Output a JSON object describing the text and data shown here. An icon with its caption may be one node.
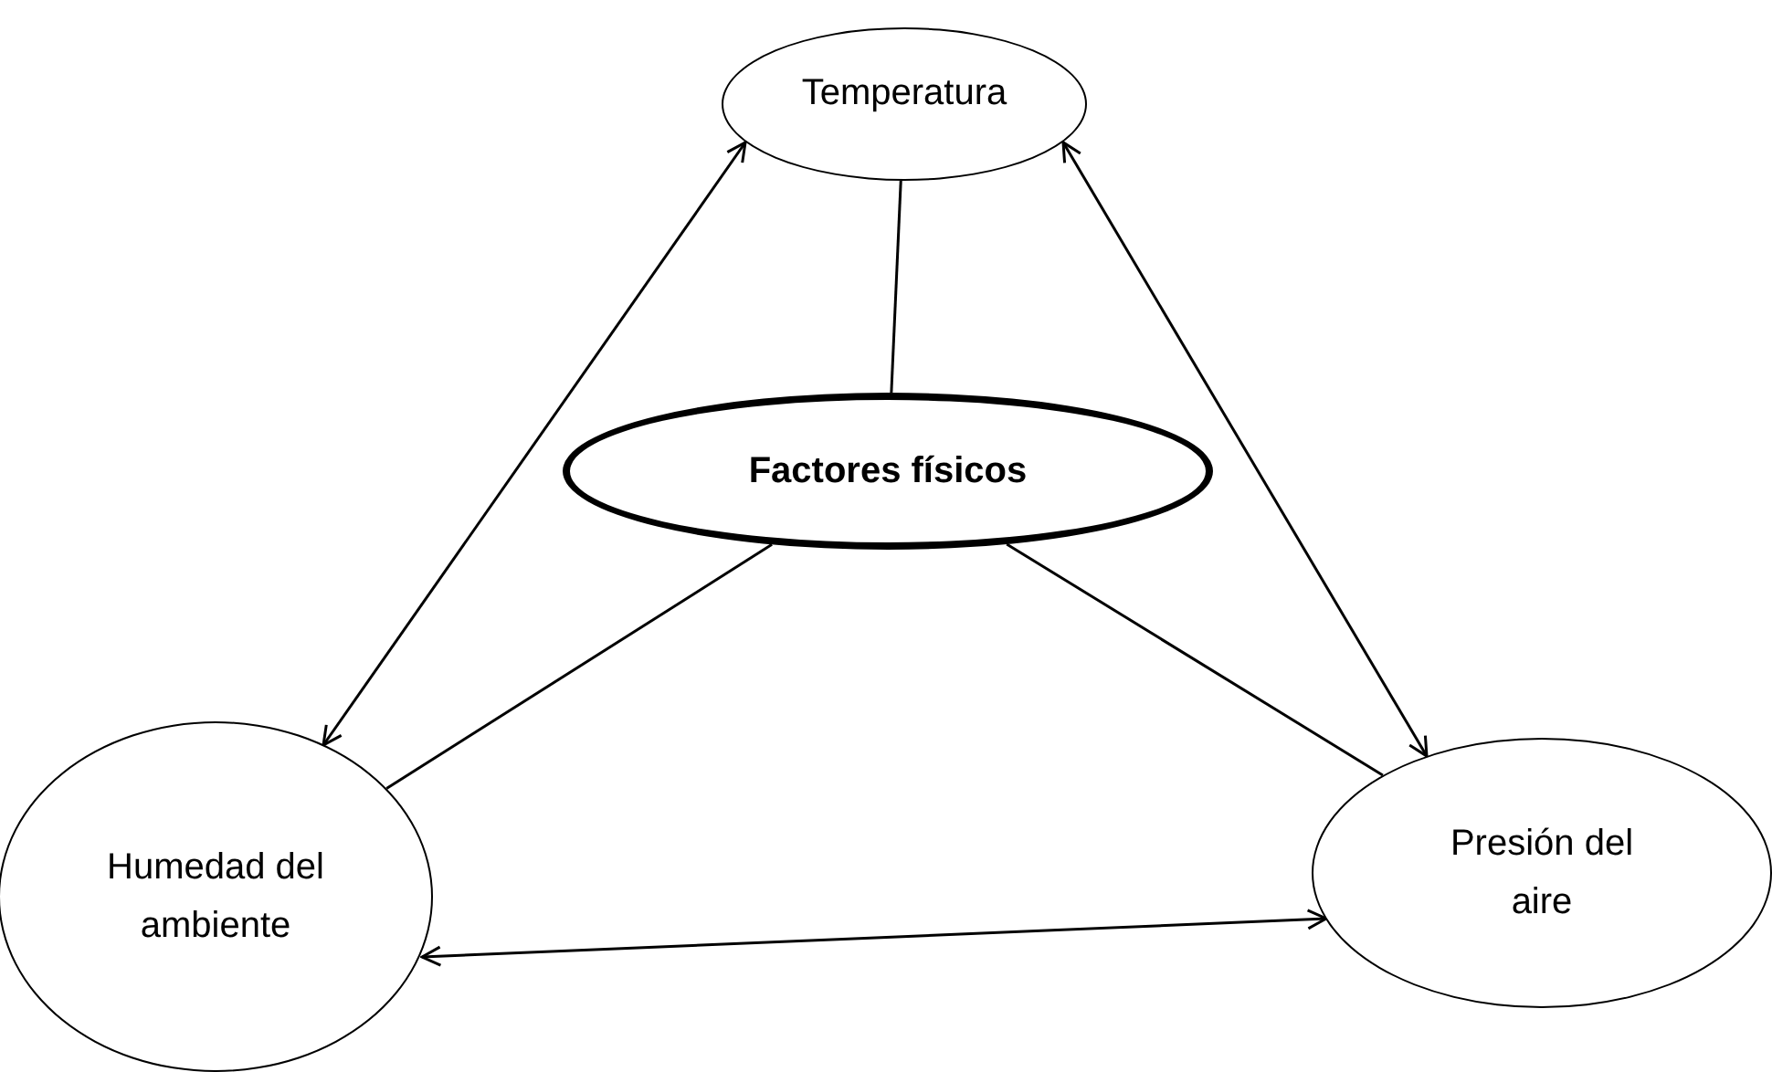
{
  "diagram": {
    "nodes": [
      {
        "text": [
          "Temperatura"
        ]
      },
      {
        "text": [
          "Factores físicos"
        ]
      },
      {
        "text": [
          "Humedad del ambiente"
        ]
      },
      {
        "text": [
          "Presión del aire"
        ]
      }
    ],
    "edges": [
      {
        "from": 0,
        "to": 1,
        "arrow": "none"
      },
      {
        "from": 1,
        "to": 2,
        "arrow": "none"
      },
      {
        "from": 1,
        "to": 3,
        "arrow": "none"
      },
      {
        "from": 2,
        "to": 0,
        "arrow": "both"
      },
      {
        "from": 0,
        "to": 3,
        "arrow": "both"
      },
      {
        "from": 2,
        "to": 3,
        "arrow": "both"
      }
    ]
  }
}
